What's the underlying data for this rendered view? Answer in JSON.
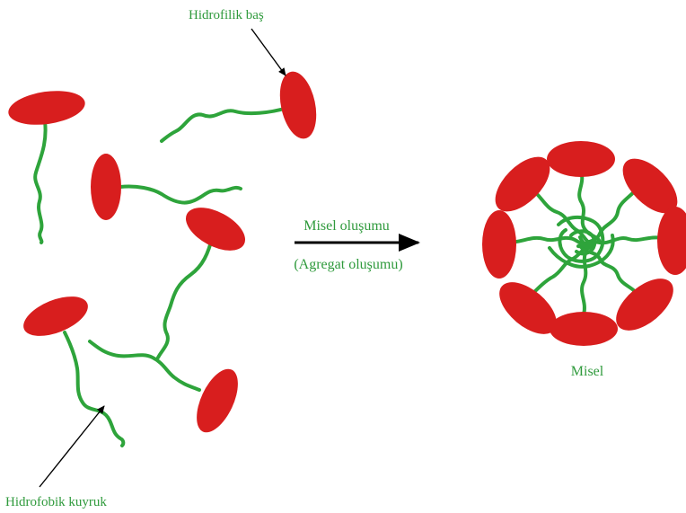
{
  "labels": {
    "hydrophilic_head": "Hidrofilik baş",
    "hydrophobic_tail": "Hidrofobik kuyruk",
    "process": "Misel oluşumu",
    "process_sub": "(Agregat oluşumu)",
    "micelle": "Misel"
  },
  "colors": {
    "head": "#d81e1e",
    "tail": "#2ea43b",
    "text": "#2f9a3c",
    "arrow": "#000000"
  }
}
